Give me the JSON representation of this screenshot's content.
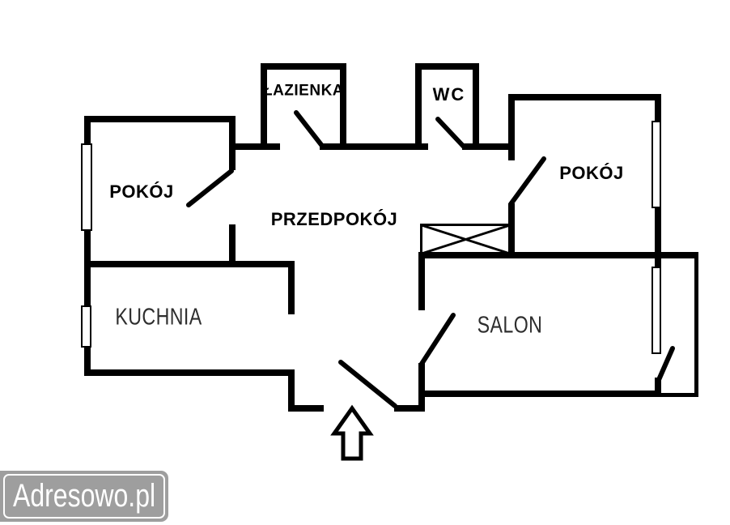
{
  "document": {
    "type": "apartment-floor-plan",
    "colors": {
      "background": "#ffffff",
      "walls": "#000000",
      "watermark_bg": "#9e9e9e",
      "watermark_text": "#ffffff"
    },
    "labels": {
      "lazienka": "ŁAZIENKA",
      "wc": "WC",
      "pokoj_left": "POKÓJ",
      "pokoj_right": "POKÓJ",
      "przedpokoj": "PRZEDPOKÓJ",
      "kuchnia": "KUCHNIA",
      "salon": "SALON"
    },
    "symbols": {
      "entrance_arrow": "outline-up-arrow",
      "crossed_box": "crossed-rectangle-storage",
      "doors": [
        "pokoj-left",
        "lazienka",
        "wc",
        "pokoj-right",
        "entrance",
        "salon",
        "balcony"
      ],
      "windows": [
        "pokoj-left",
        "kuchnia",
        "pokoj-right",
        "salon"
      ]
    },
    "watermark": {
      "text": "Adresowo.pl"
    }
  }
}
